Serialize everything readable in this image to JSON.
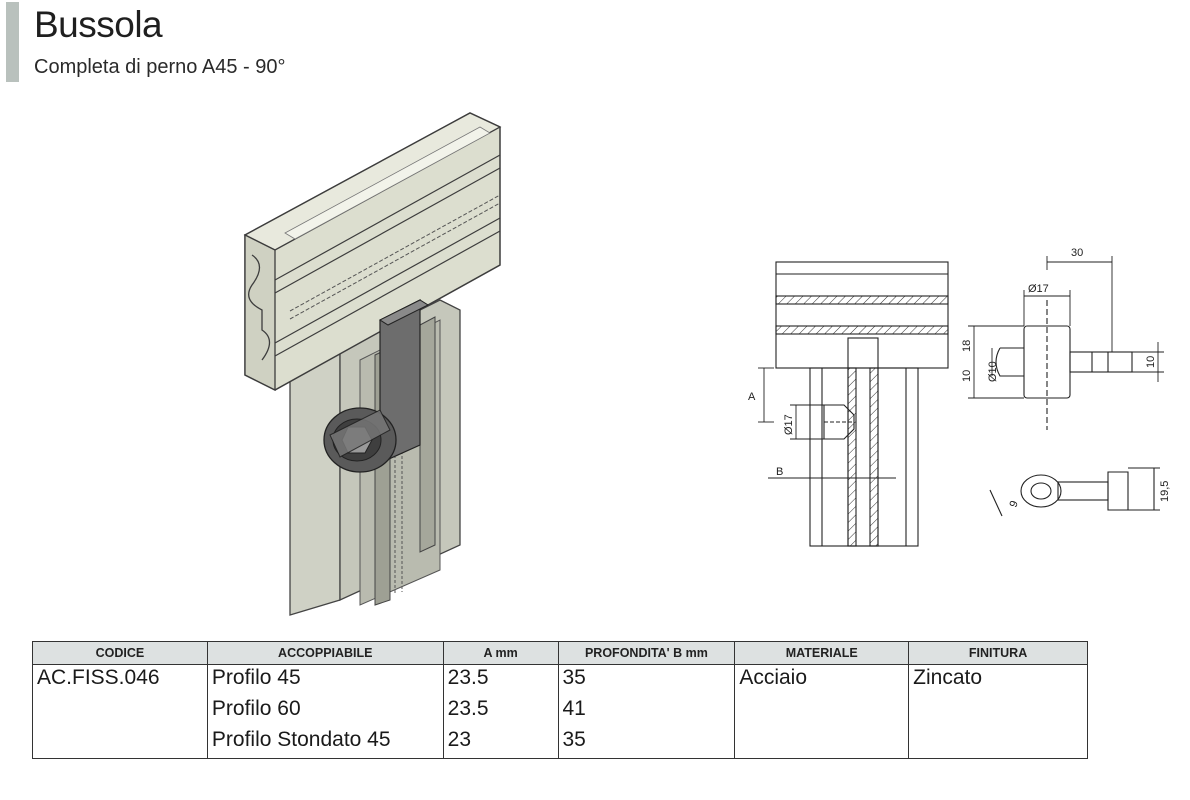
{
  "header": {
    "title": "Bussola",
    "subtitle": "Completa di perno A45 - 90°"
  },
  "drawing": {
    "dimensions": {
      "d30": "30",
      "d_phi17_top": "Ø17",
      "d18": "18",
      "d_phi10": "Ø10",
      "d10_left": "10",
      "d10_right": "10",
      "dA": "A",
      "d_phi17_side": "Ø17",
      "dB": "B",
      "d9": "9",
      "d19_5": "19,5"
    }
  },
  "table": {
    "headers": {
      "codice": "CODICE",
      "accoppiabile": "ACCOPPIABILE",
      "a_mm": "A mm",
      "profondita": "PROFONDITA' B mm",
      "materiale": "MATERIALE",
      "finitura": "FINITURA"
    },
    "rows": [
      {
        "codice": "AC.FISS.046",
        "accoppiabile": "Profilo 45",
        "a": "23.5",
        "b": "35",
        "materiale": "Acciaio",
        "finitura": "Zincato"
      },
      {
        "codice": "",
        "accoppiabile": "Profilo 60",
        "a": "23.5",
        "b": "41",
        "materiale": "",
        "finitura": ""
      },
      {
        "codice": "",
        "accoppiabile": "Profilo Stondato 45",
        "a": "23",
        "b": "35",
        "materiale": "",
        "finitura": ""
      }
    ]
  },
  "colors": {
    "accent": "#b9c1bd",
    "table_header_bg": "#dde1e1"
  }
}
